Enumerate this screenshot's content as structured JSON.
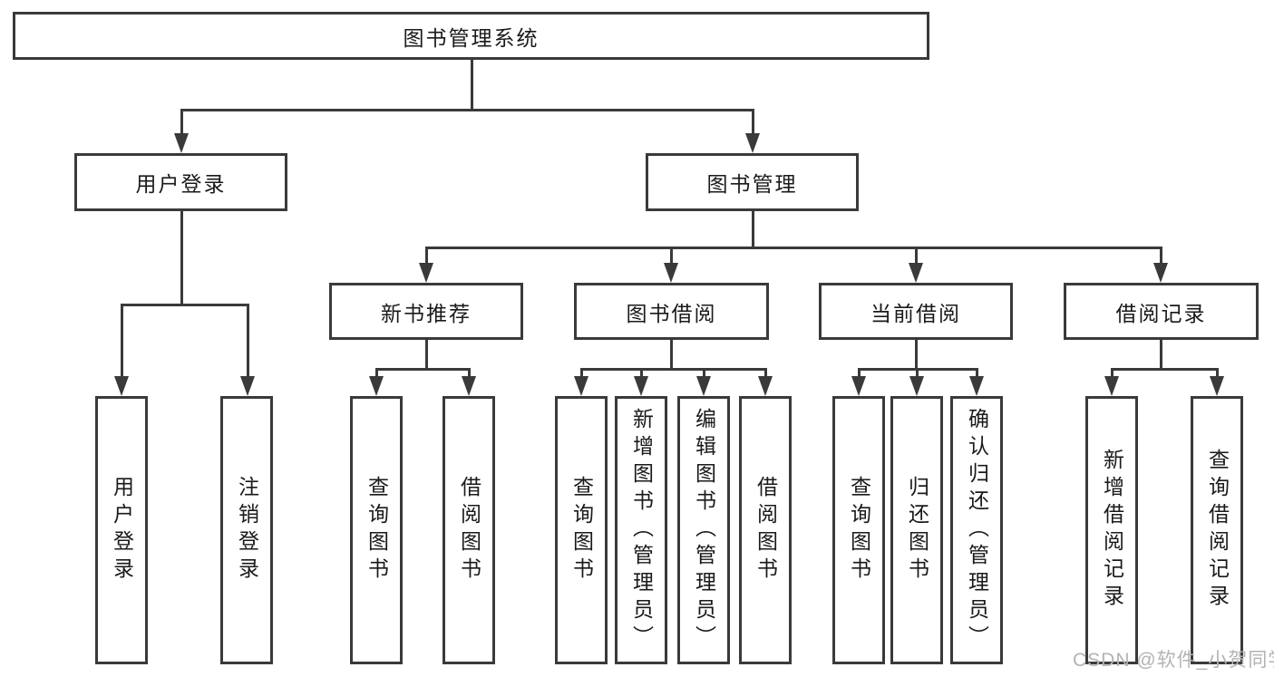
{
  "colors": {
    "line": "#3a3a3a",
    "text": "#1a1a1a",
    "watermark": "#b3b3b3",
    "background": "#ffffff"
  },
  "watermark": {
    "text": "CSDN @软件_小贺同学"
  },
  "tree": {
    "root": {
      "label": "图书管理系统",
      "children": [
        {
          "label": "用户登录",
          "children": [
            {
              "label": "用户登录"
            },
            {
              "label": "注销登录"
            }
          ]
        },
        {
          "label": "图书管理",
          "children": [
            {
              "label": "新书推荐",
              "children": [
                {
                  "label": "查询图书"
                },
                {
                  "label": "借阅图书"
                }
              ]
            },
            {
              "label": "图书借阅",
              "children": [
                {
                  "label": "查询图书"
                },
                {
                  "label": "新增图书（管理员）"
                },
                {
                  "label": "编辑图书（管理员）"
                },
                {
                  "label": "借阅图书"
                }
              ]
            },
            {
              "label": "当前借阅",
              "children": [
                {
                  "label": "查询图书"
                },
                {
                  "label": "归还图书"
                },
                {
                  "label": "确认归还（管理员）"
                }
              ]
            },
            {
              "label": "借阅记录",
              "children": [
                {
                  "label": "新增借阅记录"
                },
                {
                  "label": "查询借阅记录"
                }
              ]
            }
          ]
        }
      ]
    }
  }
}
